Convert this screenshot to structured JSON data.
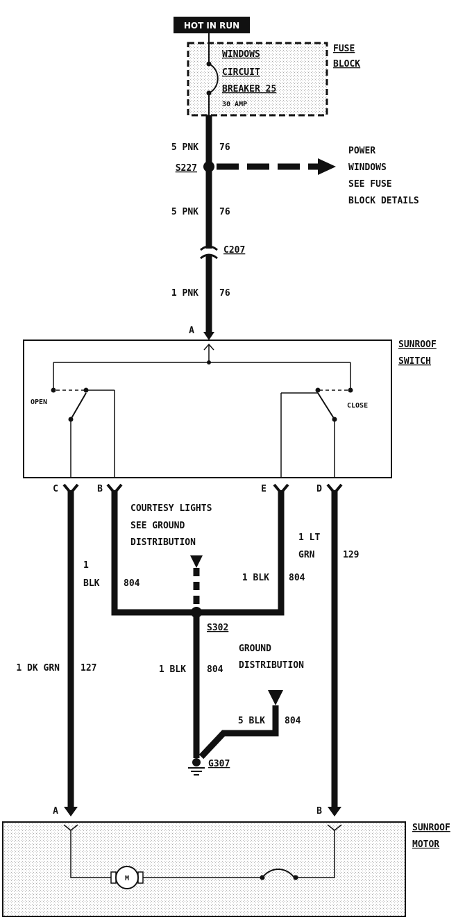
{
  "power": {
    "hot_label": "HOT IN RUN",
    "breaker_line1": "WINDOWS",
    "breaker_line2": "CIRCUIT",
    "breaker_line3": "BREAKER 25",
    "breaker_amp": "30 AMP",
    "fuse_block_line1": "FUSE",
    "fuse_block_line2": "BLOCK"
  },
  "feed": {
    "wire1_size_color": "5 PNK",
    "wire1_circuit": "76",
    "splice": "S227",
    "wire2_size_color": "5 PNK",
    "wire2_circuit": "76",
    "connector": "C207",
    "wire3_size_color": "1 PNK",
    "wire3_circuit": "76"
  },
  "power_windows_note": [
    "POWER",
    "WINDOWS",
    "SEE FUSE",
    "BLOCK DETAILS"
  ],
  "switch": {
    "name_line1": "SUNROOF",
    "name_line2": "SWITCH",
    "pin_in": "A",
    "open_label": "OPEN",
    "close_label": "CLOSE",
    "pin_c": "C",
    "pin_b": "B",
    "pin_e": "E",
    "pin_d": "D"
  },
  "courtesy_note": [
    "COURTESY LIGHTS",
    "SEE GROUND",
    "DISTRIBUTION"
  ],
  "wires": {
    "c_size_color": "1 DK GRN",
    "c_circuit": "127",
    "b_size_line1": "1",
    "b_size_line2": "BLK",
    "b_circuit": "804",
    "e_size_color": "1 BLK",
    "e_circuit": "804",
    "d_size_line1": "1 LT",
    "d_size_line2": "GRN",
    "d_circuit": "129",
    "ground_splice": "S302",
    "ground_size_color": "1 BLK",
    "ground_circuit": "804",
    "ground_note_line1": "GROUND",
    "ground_note_line2": "DISTRIBUTION",
    "dist_size_color": "5 BLK",
    "dist_circuit": "804",
    "ground_point": "G307"
  },
  "motor": {
    "pin_a": "A",
    "pin_b": "B",
    "name_line1": "SUNROOF",
    "name_line2": "MOTOR",
    "motor_symbol": "M"
  }
}
